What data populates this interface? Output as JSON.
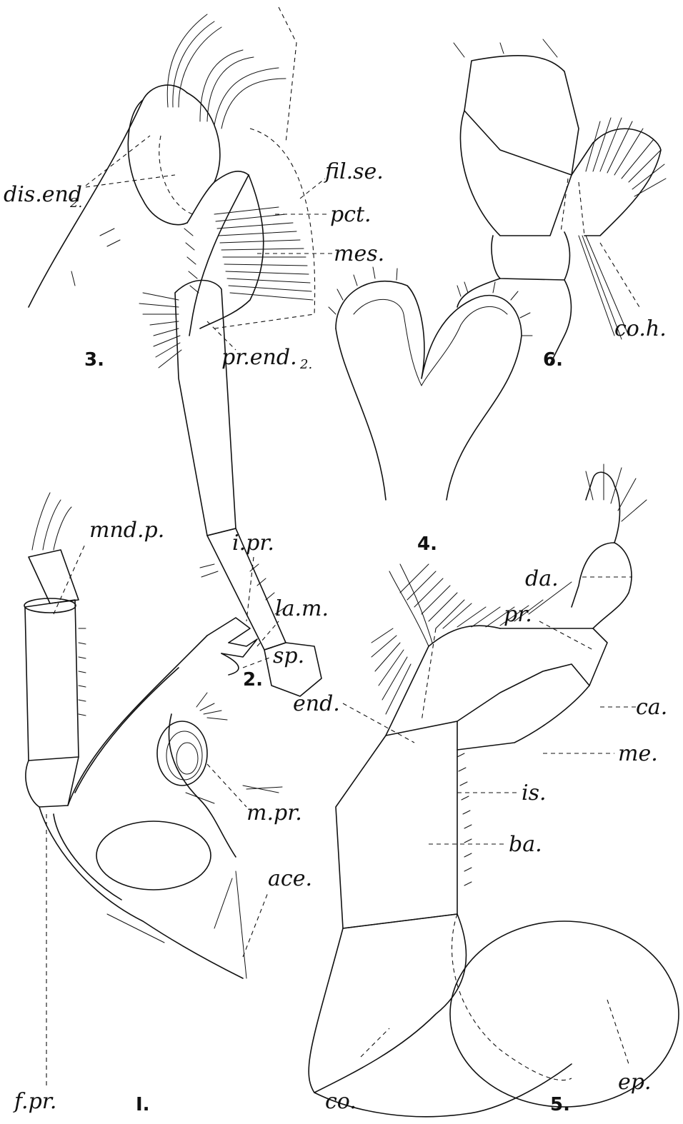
{
  "figure_numbers": [
    "3.",
    "6.",
    "2.",
    "4.",
    "I.",
    "5."
  ],
  "labels": {
    "dis_end": "dis.end",
    "dis_end_sub": "2.",
    "fil_se": "fil.se.",
    "pct": "pct.",
    "mes": "mes.",
    "pr_end": "pr.end.",
    "pr_end_sub": "2.",
    "co_h": "co.h.",
    "da": "da.",
    "pr": "pr.",
    "ca": "ca.",
    "me": "me.",
    "end": "end.",
    "is": "is.",
    "ba": "ba.",
    "co": "co.",
    "ep": "ep.",
    "mnd_p": "mnd.p.",
    "i_pr": "i.pr.",
    "la_m": "la.m.",
    "sp": "sp.",
    "m_pr": "m.pr.",
    "ace": "ace.",
    "f_pr": "f.pr."
  }
}
